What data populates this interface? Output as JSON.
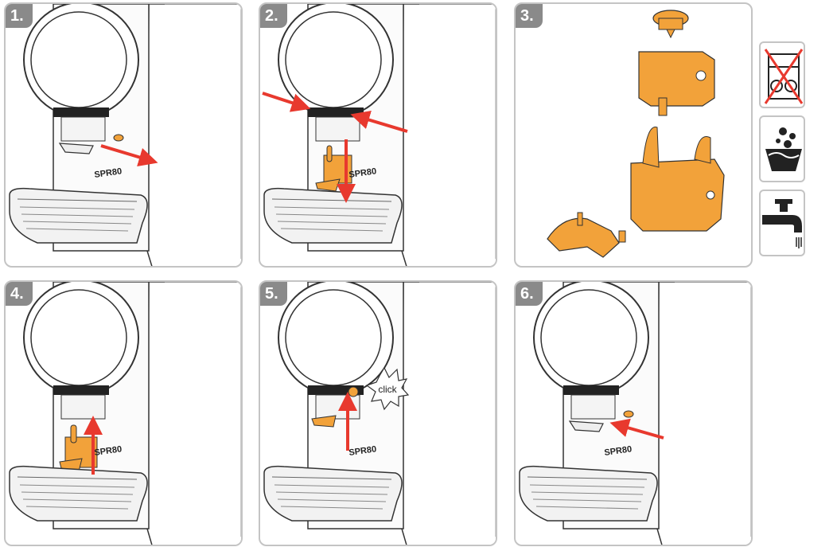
{
  "steps": [
    {
      "label": "1."
    },
    {
      "label": "2."
    },
    {
      "label": "3."
    },
    {
      "label": "4."
    },
    {
      "label": "5.",
      "callout": "click"
    },
    {
      "label": "6."
    }
  ],
  "machine": {
    "brand": "SPR80"
  },
  "icons": [
    "no-dishwasher-icon",
    "wash-basin-icon",
    "water-tap-icon"
  ],
  "colors": {
    "arrow": "#e8392e",
    "part": "#f2a23a",
    "border": "#c4c4c4",
    "badge": "#8a8a8a"
  }
}
